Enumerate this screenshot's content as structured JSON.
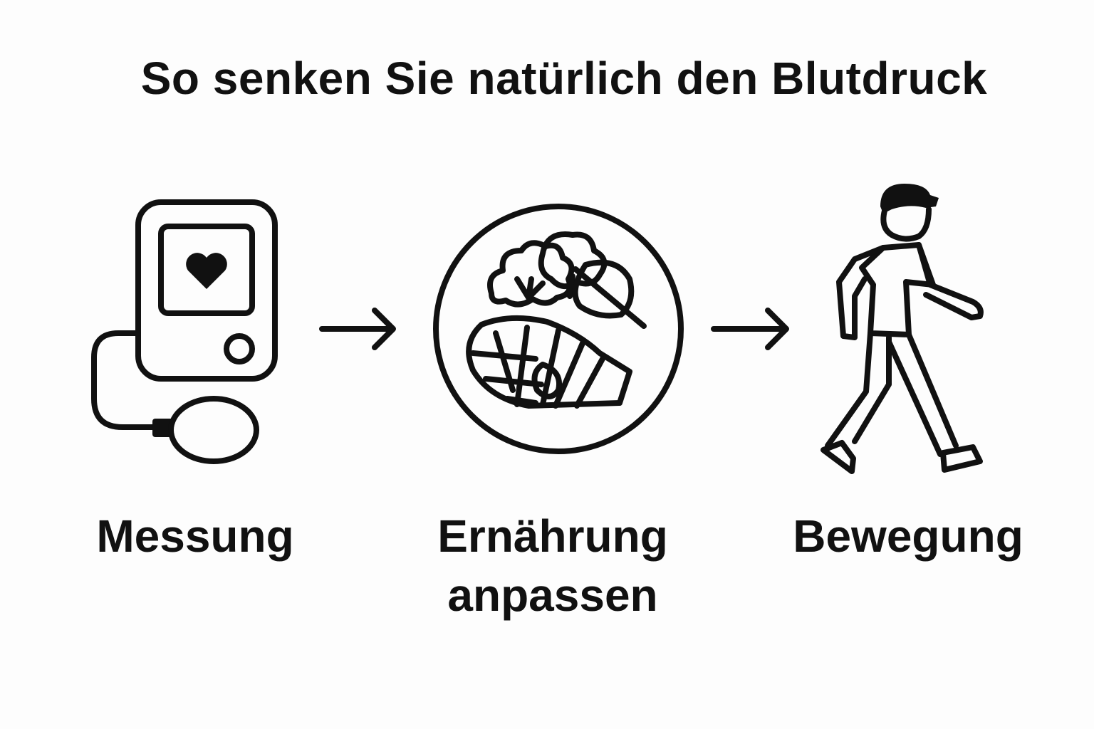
{
  "title": "So senken Sie natürlich den Blutdruck",
  "steps": [
    {
      "icon": "blood-pressure-monitor-icon",
      "label_lines": [
        "Messung"
      ]
    },
    {
      "icon": "healthy-food-plate-icon",
      "label_lines": [
        "Ernährung",
        "anpassen"
      ]
    },
    {
      "icon": "walking-person-icon",
      "label_lines": [
        "Bewegung"
      ]
    }
  ],
  "colors": {
    "ink": "#111111",
    "background": "#fdfdfd"
  }
}
